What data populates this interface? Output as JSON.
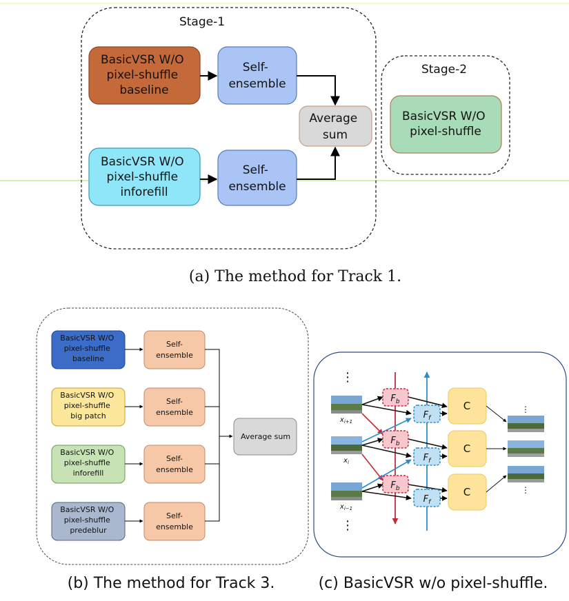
{
  "track1": {
    "stage1_label": "Stage-1",
    "stage2_label": "Stage-2",
    "box_baseline": [
      "BasicVSR W/O",
      "pixel-shuffle",
      "baseline"
    ],
    "box_inforefill": [
      "BasicVSR W/O",
      "pixel-shuffle",
      "inforefill"
    ],
    "self_ensemble": [
      "Self-",
      "ensemble"
    ],
    "average_sum": [
      "Average",
      "sum"
    ],
    "stage2_box": [
      "BasicVSR W/O",
      "pixel-shuffle"
    ],
    "caption": "(a)  The method for Track 1."
  },
  "track3": {
    "models": [
      {
        "lines": [
          "BasicVSR W/O",
          "pixel-shuffle",
          "baseline"
        ]
      },
      {
        "lines": [
          "BasicVSR W/O",
          "pixel-shuffle",
          "big patch"
        ]
      },
      {
        "lines": [
          "BasicVSR W/O",
          "pixel-shuffle",
          "inforefill"
        ]
      },
      {
        "lines": [
          "BasicVSR W/O",
          "pixel-shuffle",
          "predeblur"
        ]
      }
    ],
    "self_ensemble": [
      "Self-",
      "ensemble"
    ],
    "average_sum": "Average sum",
    "caption": "(b)  The method for Track 3."
  },
  "basicvsr": {
    "fb_label": "F",
    "fb_sub": "b",
    "ff_label": "F",
    "ff_sub": "f",
    "c_label": "C",
    "x_labels": [
      {
        "base": "x",
        "sub": "i+1"
      },
      {
        "base": "x",
        "sub": "i"
      },
      {
        "base": "x",
        "sub": "i−1"
      }
    ],
    "ellipsis": "⋮",
    "caption": "(c)  BasicVSR w/o pixel-shuffle."
  },
  "colors": {
    "brown": "#c46a3a",
    "cyan": "#8fe6f8",
    "lightblue": "#a9c4f5",
    "gray": "#d9d9d9",
    "green": "#a8dcb8",
    "darkblue": "#3a6cc8",
    "yellow": "#fde79a",
    "lightgreen": "#c7e2b4",
    "slate": "#a9b8cf",
    "peach": "#f7c8a8",
    "cbox": "#fde49a",
    "red": "#c8283a",
    "blue": "#2a8cc8"
  }
}
